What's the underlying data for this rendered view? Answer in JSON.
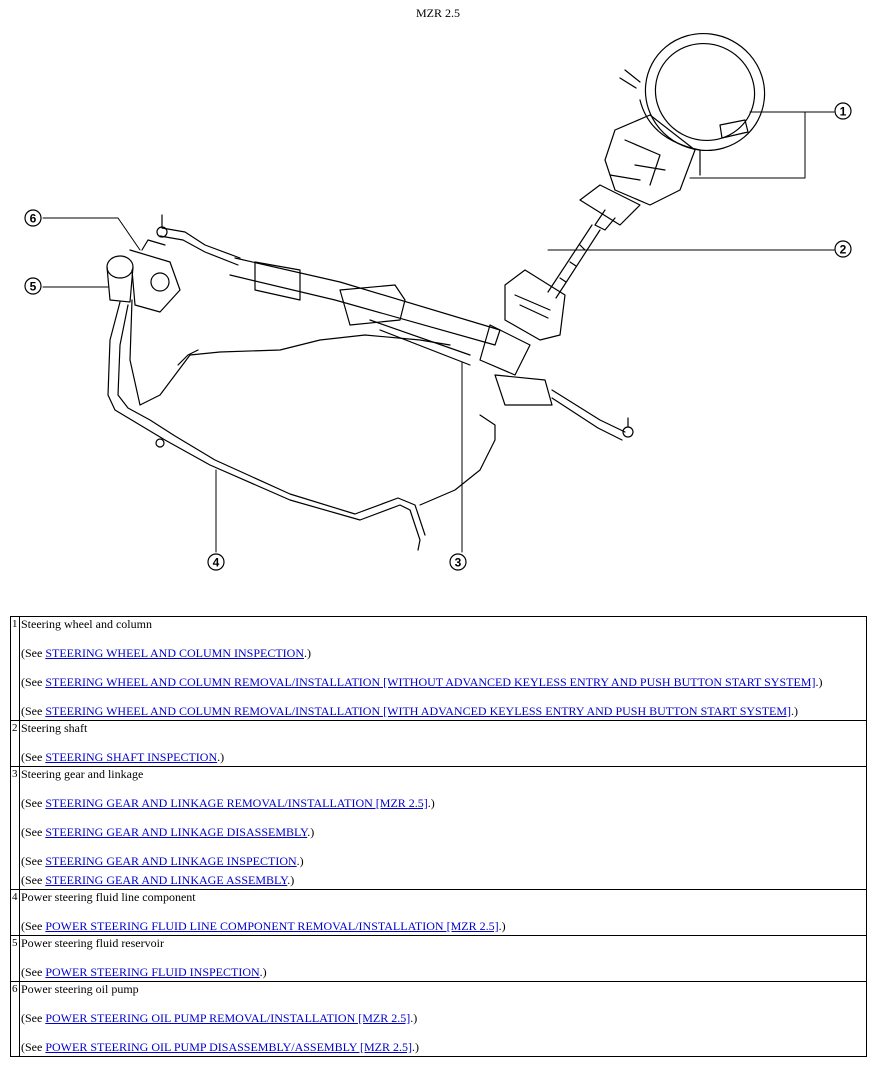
{
  "title": "MZR 2.5",
  "callouts": [
    "1",
    "2",
    "3",
    "4",
    "5",
    "6"
  ],
  "parts": [
    {
      "num": "1",
      "name": "Steering wheel and column",
      "refs": [
        {
          "prefix": "(See ",
          "link": "STEERING WHEEL AND COLUMN INSPECTION",
          "suffix": ".)"
        },
        {
          "prefix": "(See ",
          "link": "STEERING WHEEL AND COLUMN REMOVAL/INSTALLATION [WITHOUT ADVANCED KEYLESS ENTRY AND PUSH BUTTON START SYSTEM]",
          "suffix": ".)"
        },
        {
          "prefix": "(See ",
          "link": "STEERING WHEEL AND COLUMN REMOVAL/INSTALLATION [WITH ADVANCED KEYLESS ENTRY AND PUSH BUTTON START SYSTEM]",
          "suffix": ".)"
        }
      ]
    },
    {
      "num": "2",
      "name": "Steering shaft",
      "refs": [
        {
          "prefix": "(See ",
          "link": "STEERING SHAFT INSPECTION",
          "suffix": ".)"
        }
      ]
    },
    {
      "num": "3",
      "name": "Steering gear and linkage",
      "refs": [
        {
          "prefix": "(See ",
          "link": "STEERING GEAR AND LINKAGE REMOVAL/INSTALLATION [MZR 2.5]",
          "suffix": ".)"
        },
        {
          "prefix": "(See ",
          "link": "STEERING GEAR AND LINKAGE DISASSEMBLY",
          "suffix": ".)"
        },
        {
          "prefix": "(See ",
          "link": "STEERING GEAR AND LINKAGE INSPECTION",
          "suffix": ".)"
        },
        {
          "prefix": "(See ",
          "link": "STEERING GEAR AND LINKAGE ASSEMBLY",
          "suffix": ".)"
        }
      ]
    },
    {
      "num": "4",
      "name": "Power steering fluid line component",
      "refs": [
        {
          "prefix": "(See ",
          "link": "POWER STEERING FLUID LINE COMPONENT REMOVAL/INSTALLATION [MZR 2.5]",
          "suffix": ".)"
        }
      ]
    },
    {
      "num": "5",
      "name": "Power steering fluid reservoir",
      "refs": [
        {
          "prefix": "(See ",
          "link": "POWER STEERING FLUID INSPECTION",
          "suffix": ".)"
        }
      ]
    },
    {
      "num": "6",
      "name": "Power steering oil pump",
      "refs": [
        {
          "prefix": "(See ",
          "link": "POWER STEERING OIL PUMP REMOVAL/INSTALLATION [MZR 2.5]",
          "suffix": ".)"
        },
        {
          "prefix": "(See ",
          "link": "POWER STEERING OIL PUMP DISASSEMBLY/ASSEMBLY [MZR 2.5]",
          "suffix": ".)"
        }
      ]
    }
  ]
}
